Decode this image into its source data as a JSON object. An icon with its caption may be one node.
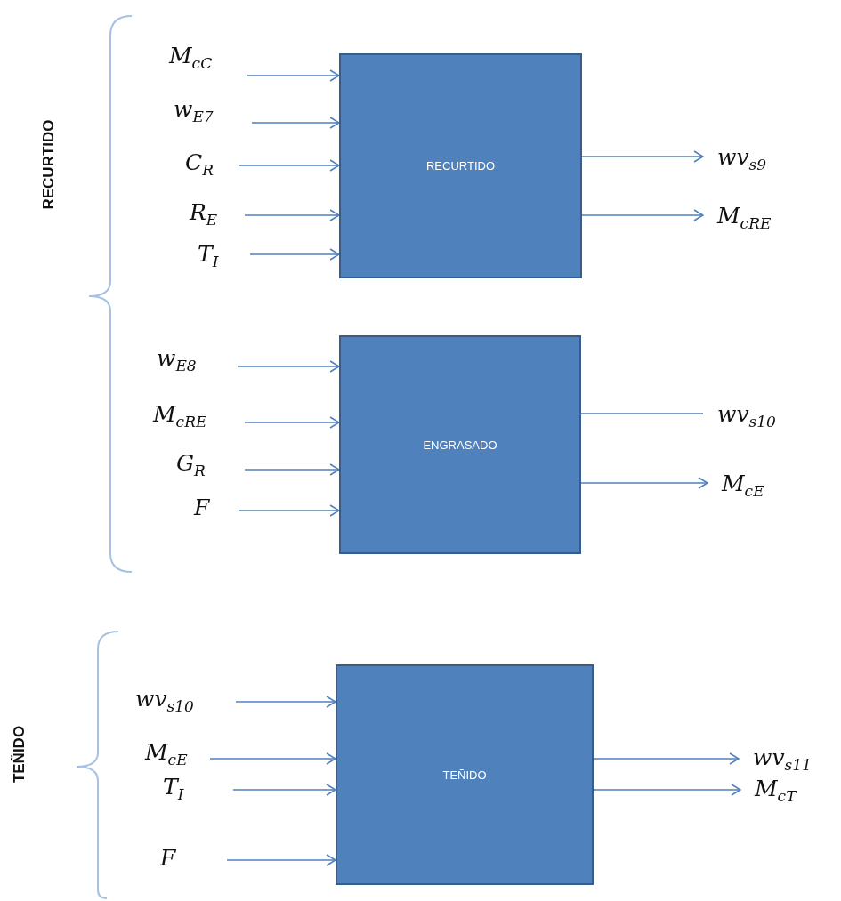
{
  "diagram": {
    "nodes": [
      {
        "text": [
          "RECURTIDO"
        ]
      },
      {
        "text": [
          "M$_{cC}$"
        ]
      },
      {
        "text": [
          "w$_{E7}$"
        ]
      },
      {
        "text": [
          "C$_{R}$"
        ]
      },
      {
        "text": [
          "R$_{E}$"
        ]
      },
      {
        "text": [
          "T$_{I}$"
        ]
      },
      {
        "text": [
          "wv$_{s9}$"
        ]
      },
      {
        "text": [
          "M$_{cRE}$"
        ]
      },
      {
        "text": [
          "ENGRASADO"
        ]
      },
      {
        "text": [
          "w$_{E8}$"
        ]
      },
      {
        "text": [
          "M$_{cRE}$"
        ]
      },
      {
        "text": [
          "G$_{R}$"
        ]
      },
      {
        "text": [
          "F"
        ]
      },
      {
        "text": [
          "wv$_{s10}$"
        ]
      },
      {
        "text": [
          "M$_{cE}$"
        ]
      },
      {
        "text": [
          "TEÑIDO"
        ]
      },
      {
        "text": [
          "wv$_{s10}$"
        ]
      },
      {
        "text": [
          "M$_{cE}$"
        ]
      },
      {
        "text": [
          "T$_{I}$"
        ]
      },
      {
        "text": [
          "F"
        ]
      },
      {
        "text": [
          "wv$_{s11}$"
        ]
      },
      {
        "text": [
          "M$_{cT}$"
        ]
      }
    ],
    "edges": [
      {
        "from": 1,
        "to": 0,
        "arrow": "to"
      },
      {
        "from": 2,
        "to": 0,
        "arrow": "to"
      },
      {
        "from": 3,
        "to": 0,
        "arrow": "to"
      },
      {
        "from": 4,
        "to": 0,
        "arrow": "to"
      },
      {
        "from": 5,
        "to": 0,
        "arrow": "to"
      },
      {
        "from": 0,
        "to": 6,
        "arrow": "to"
      },
      {
        "from": 0,
        "to": 7,
        "arrow": "to"
      },
      {
        "from": 9,
        "to": 8,
        "arrow": "to"
      },
      {
        "from": 10,
        "to": 8,
        "arrow": "to"
      },
      {
        "from": 11,
        "to": 8,
        "arrow": "to"
      },
      {
        "from": 12,
        "to": 8,
        "arrow": "to"
      },
      {
        "from": 8,
        "to": 13,
        "arrow": "none"
      },
      {
        "from": 8,
        "to": 14,
        "arrow": "to"
      },
      {
        "from": 16,
        "to": 15,
        "arrow": "to"
      },
      {
        "from": 17,
        "to": 15,
        "arrow": "to"
      },
      {
        "from": 18,
        "to": 15,
        "arrow": "to"
      },
      {
        "from": 19,
        "to": 15,
        "arrow": "to"
      },
      {
        "from": 15,
        "to": 20,
        "arrow": "to"
      },
      {
        "from": 15,
        "to": 21,
        "arrow": "to"
      }
    ],
    "labels": [
      "RECURTIDO",
      "TEÑIDO"
    ]
  }
}
